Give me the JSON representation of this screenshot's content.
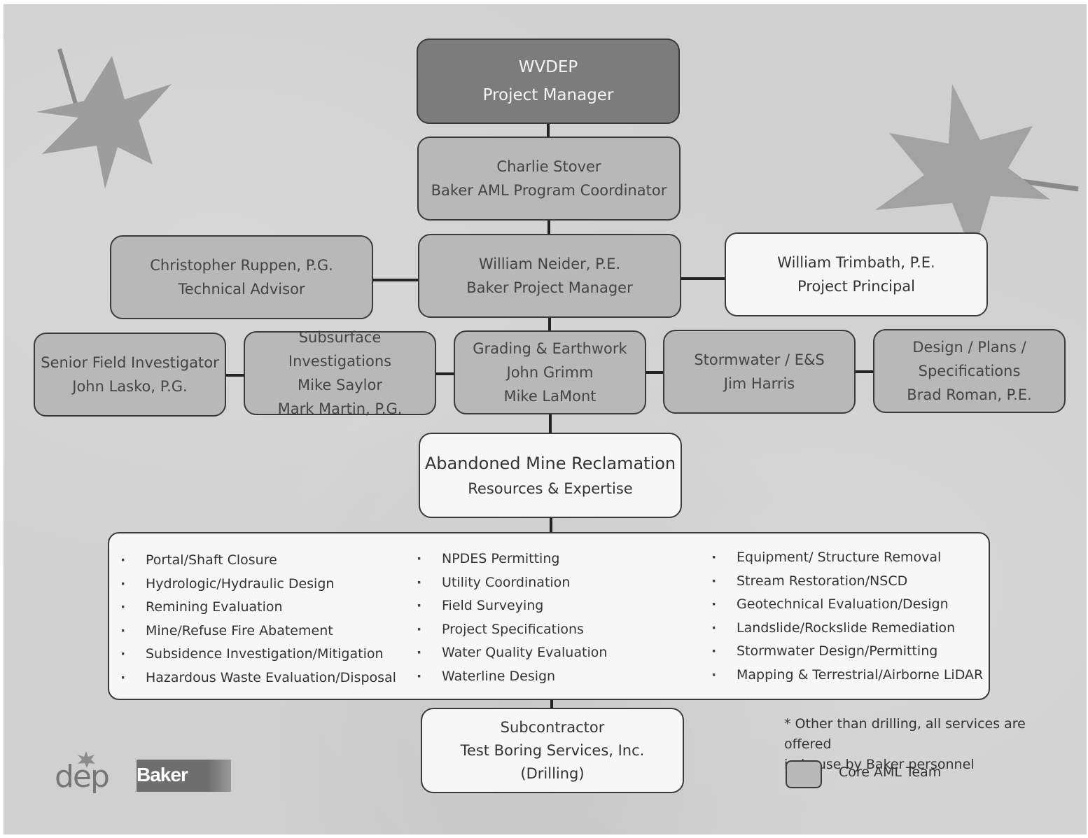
{
  "top": {
    "line1": "WVDEP",
    "line2": "Project Manager"
  },
  "coordinator": {
    "name": "Charlie Stover",
    "role": "Baker AML Program Coordinator"
  },
  "advisor": {
    "name": "Christopher Ruppen, P.G.",
    "role": "Technical Advisor"
  },
  "manager": {
    "name": "William Neider, P.E.",
    "role": "Baker Project Manager"
  },
  "principal": {
    "name": "William Trimbath, P.E.",
    "role": "Project Principal"
  },
  "teams": [
    {
      "lines": [
        "Senior Field Investigator",
        "John Lasko, P.G."
      ]
    },
    {
      "lines": [
        "Subsurface Investigations",
        "Mike Saylor",
        "Mark Martin, P.G."
      ]
    },
    {
      "lines": [
        "Grading & Earthwork",
        "John Grimm",
        "Mike LaMont"
      ]
    },
    {
      "lines": [
        "Stormwater / E&S",
        "Jim Harris"
      ]
    },
    {
      "lines": [
        "Design / Plans /",
        "Specifications",
        "Brad Roman, P.E."
      ]
    }
  ],
  "aml": {
    "title": "Abandoned Mine Reclamation",
    "subtitle": "Resources & Expertise"
  },
  "services": {
    "col1": [
      "Portal/Shaft Closure",
      "Hydrologic/Hydraulic Design",
      "Remining Evaluation",
      "Mine/Refuse Fire Abatement",
      "Subsidence Investigation/Mitigation",
      "Hazardous Waste Evaluation/Disposal"
    ],
    "col2": [
      "NPDES Permitting",
      "Utility Coordination",
      "Field Surveying",
      "Project Specifications",
      "Water Quality Evaluation",
      "Waterline Design"
    ],
    "col3": [
      "Equipment/ Structure Removal",
      "Stream Restoration/NSCD",
      "Geotechnical Evaluation/Design",
      "Landslide/Rockslide Remediation",
      "Stormwater Design/Permitting",
      "Mapping & Terrestrial/Airborne LiDAR"
    ]
  },
  "subcontractor": {
    "line1": "Subcontractor",
    "line2": "Test Boring Services, Inc.",
    "line3": "(Drilling)"
  },
  "note": {
    "line1": "* Other than drilling, all services are offered",
    "line2": "in-house by Baker personnel"
  },
  "legend": {
    "label": "Core AML Team"
  },
  "logos": {
    "dep": "dep",
    "baker": "Baker"
  },
  "colors": {
    "core_box": "#b8b8b8",
    "top_box": "#7c7c7c",
    "plain_box": "#f7f7f7",
    "background": "#d0d0d0"
  }
}
